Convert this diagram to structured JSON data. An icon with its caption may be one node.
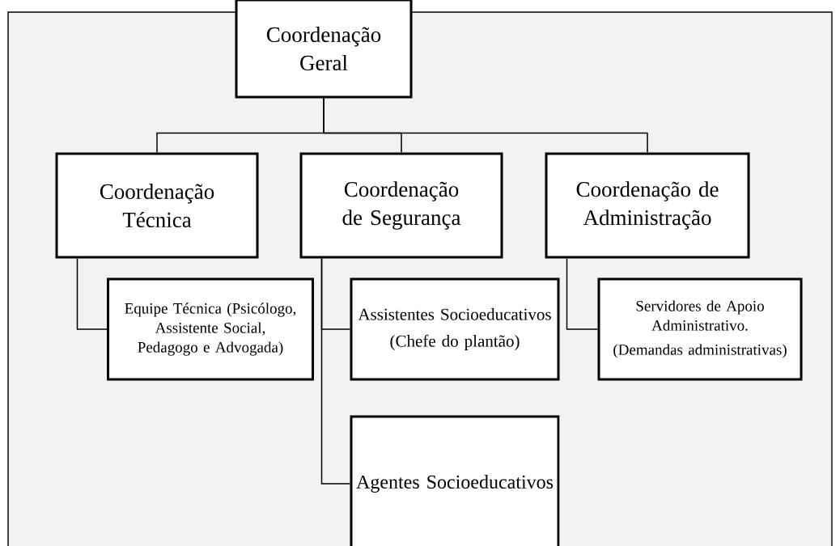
{
  "diagram": {
    "nodes": [
      {
        "text": [
          "Coordenação Geral"
        ]
      },
      {
        "text": [
          "Coordenação Técnica"
        ]
      },
      {
        "text": [
          "Coordenação de Segurança"
        ]
      },
      {
        "text": [
          "Coordenação de Administração"
        ]
      },
      {
        "text": [
          "Equipe Técnica (Psicólogo, Assistente Social, Pedagogo e Advogada)"
        ]
      },
      {
        "text": [
          "Assistentes Socioeducativos",
          "(Chefe do plantão)"
        ]
      },
      {
        "text": [
          "Servidores de Apoio Administrativo.",
          "(Demandas administrativas)"
        ]
      },
      {
        "text": [
          "Agentes Socioeducativos"
        ]
      }
    ],
    "edges": [
      {
        "from": 0,
        "to": 1,
        "arrow": "none"
      },
      {
        "from": 0,
        "to": 2,
        "arrow": "none"
      },
      {
        "from": 0,
        "to": 3,
        "arrow": "none"
      },
      {
        "from": 1,
        "to": 4,
        "arrow": "none"
      },
      {
        "from": 2,
        "to": 5,
        "arrow": "none"
      },
      {
        "from": 2,
        "to": 7,
        "arrow": "none"
      },
      {
        "from": 3,
        "to": 6,
        "arrow": "none"
      }
    ]
  }
}
